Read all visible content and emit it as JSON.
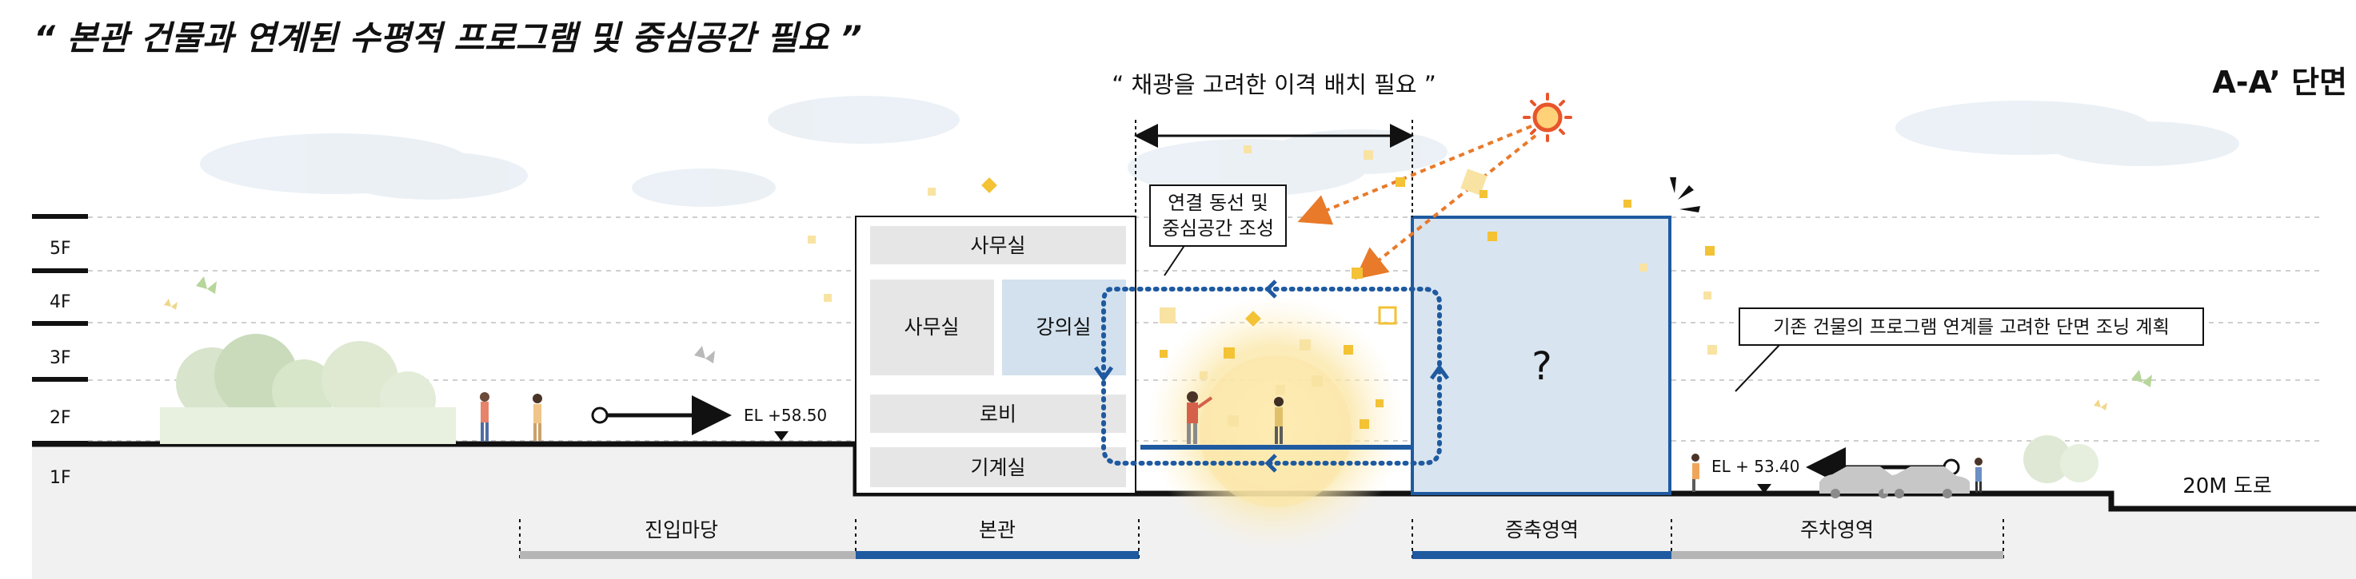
{
  "title": "“ 본관 건물과 연계된 수평적 프로그램  및 중심공간 필요 ”",
  "section_label": "A-A’ 단면",
  "daylight_note": "“ 채광을 고려한 이격 배치 필요 ”",
  "floors": [
    "5F",
    "4F",
    "3F",
    "2F",
    "1F"
  ],
  "main_building": {
    "rooms": {
      "office_top": "사무실",
      "office_left": "사무실",
      "lecture": "강의실",
      "lobby": "로비",
      "mechanical": "기계실"
    }
  },
  "annotations": {
    "connection_line1": "연결 동선 및",
    "connection_line2": "중심공간 조성",
    "section_plan": "기존 건물의 프로그램 연계를 고려한 단면 조닝 계획",
    "unknown_mark": "?",
    "road": "20M 도로"
  },
  "elevations": {
    "left": "EL +58.50",
    "right": "EL + 53.40"
  },
  "zones": [
    {
      "label": "진입마당",
      "color": "#b5b5b5"
    },
    {
      "label": "본관",
      "color": "#1f5aa0"
    },
    {
      "label": "증축영역",
      "color": "#1f5aa0"
    },
    {
      "label": "주차영역",
      "color": "#b5b5b5"
    }
  ],
  "colors": {
    "blue": "#1f5aa0",
    "light_blue_fill": "#d3e1ee",
    "orange": "#e87a2a",
    "gold": "#f3c235",
    "gray_fill": "#e6e6e6",
    "ground": "#f1f1f1"
  }
}
